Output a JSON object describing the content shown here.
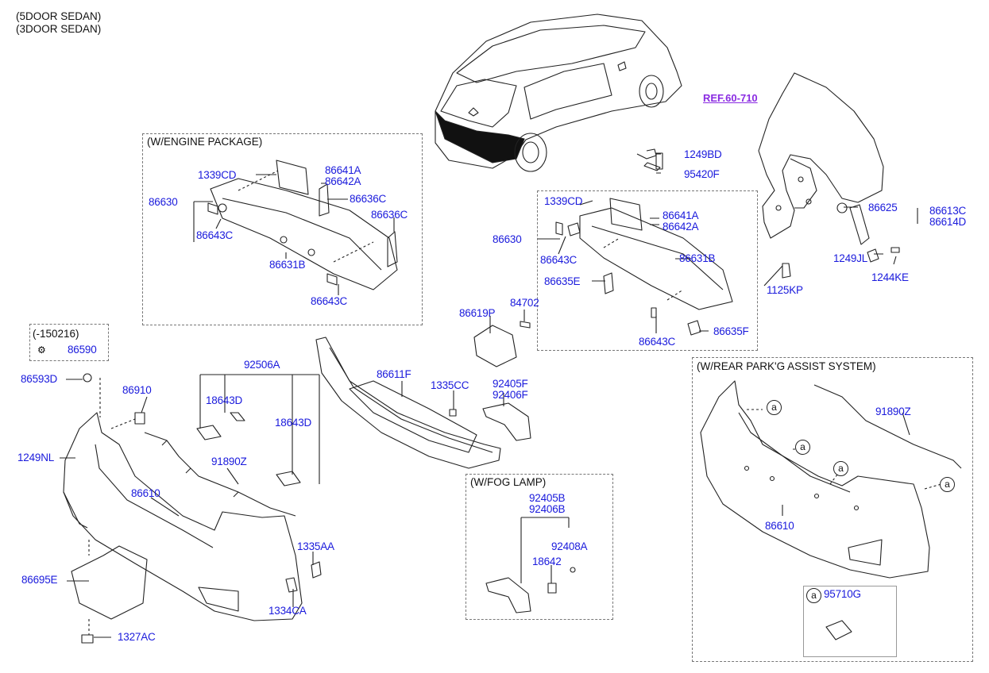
{
  "headers": {
    "line1": "(5DOOR SEDAN)",
    "line2": "(3DOOR SEDAN)"
  },
  "ref": "REF.60-710",
  "sections": {
    "engine": "(W/ENGINE PACKAGE)",
    "park": "(W/REAR PARK'G ASSIST SYSTEM)",
    "fog": "(W/FOG LAMP)",
    "period": "(-150216)"
  },
  "callout_marker": "a",
  "parts": {
    "p1339CD_a": "1339CD",
    "p86641A_a": "86641A",
    "p86642A_a": "86642A",
    "p86630_a": "86630",
    "p86636C_1": "86636C",
    "p86636C_2": "86636C",
    "p86643C_1": "86643C",
    "p86631B_a": "86631B",
    "p86643C_2": "86643C",
    "p1249BD": "1249BD",
    "p95420F": "95420F",
    "p1339CD_b": "1339CD",
    "p86641A_b": "86641A",
    "p86642A_b": "86642A",
    "p86630_b": "86630",
    "p86643C_3": "86643C",
    "p86631B_b": "86631B",
    "p86635E": "86635E",
    "p86643C_4": "86643C",
    "p86635F": "86635F",
    "p1125KP": "1125KP",
    "p86625": "86625",
    "p86613C": "86613C",
    "p86614D": "86614D",
    "p1249JL": "1249JL",
    "p1244KE": "1244KE",
    "p86619P": "86619P",
    "p84702": "84702",
    "p86590": "86590",
    "p86593D": "86593D",
    "p86910": "86910",
    "p92506A": "92506A",
    "p18643D_1": "18643D",
    "p18643D_2": "18643D",
    "p91890Z_a": "91890Z",
    "p1249NL": "1249NL",
    "p86610_a": "86610",
    "p86611F": "86611F",
    "p1335CC": "1335CC",
    "p92405F": "92405F",
    "p92406F": "92406F",
    "p1335AA": "1335AA",
    "p1334CA": "1334CA",
    "p86695E": "86695E",
    "p1327AC": "1327AC",
    "p92405B": "92405B",
    "p92406B": "92406B",
    "p92408A": "92408A",
    "p18642": "18642",
    "p91890Z_b": "91890Z",
    "p86610_b": "86610",
    "p95710G": "95710G"
  }
}
